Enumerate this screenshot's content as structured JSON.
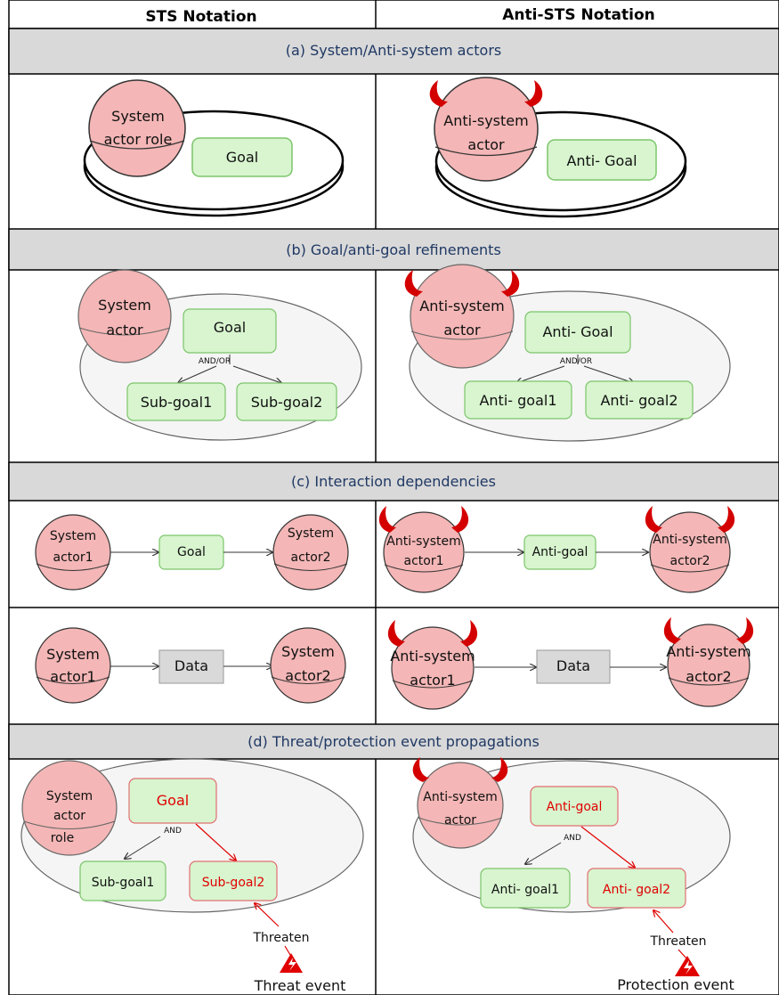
{
  "headers": {
    "sts": "STS Notation",
    "anti": "Anti-STS Notation"
  },
  "sections": {
    "a": "(a) System/Anti-system actors",
    "b": "(b) Goal/anti-goal refinements",
    "c": "(c) Interaction dependencies",
    "d": "(d) Threat/protection event propagations"
  },
  "row_a": {
    "left": {
      "actor": [
        "System",
        "actor role"
      ],
      "goal": "Goal"
    },
    "right": {
      "actor": [
        "Anti-system",
        "actor"
      ],
      "goal": "Anti- Goal"
    }
  },
  "row_b": {
    "left": {
      "actor": [
        "System",
        "actor"
      ],
      "goal": "Goal",
      "connector": "AND/OR",
      "sub1": "Sub-goal1",
      "sub2": "Sub-goal2"
    },
    "right": {
      "actor": [
        "Anti-system",
        "actor"
      ],
      "goal": "Anti- Goal",
      "connector": "AND/OR",
      "sub1": "Anti- goal1",
      "sub2": "Anti- goal2"
    }
  },
  "row_c1": {
    "left": {
      "actor1": [
        "System",
        "actor1"
      ],
      "dependum": "Goal",
      "actor2": [
        "System",
        "actor2"
      ]
    },
    "right": {
      "actor1": [
        "Anti-system",
        "actor1"
      ],
      "dependum": "Anti-goal",
      "actor2": [
        "Anti-system",
        "actor2"
      ]
    }
  },
  "row_c2": {
    "left": {
      "actor1": [
        "System",
        "actor1"
      ],
      "dependum": "Data",
      "actor2": [
        "System",
        "actor2"
      ]
    },
    "right": {
      "actor1": [
        "Anti-system",
        "actor1"
      ],
      "dependum": "Data",
      "actor2": [
        "Anti-system",
        "actor2"
      ]
    }
  },
  "row_d": {
    "left": {
      "actor": [
        "System",
        "actor",
        "role"
      ],
      "goal": "Goal",
      "connector": "AND",
      "sub1": "Sub-goal1",
      "sub2": "Sub-goal2",
      "relation": "Threaten",
      "event": "Threat event"
    },
    "right": {
      "actor": [
        "Anti-system",
        "actor"
      ],
      "goal": "Anti-goal",
      "connector": "AND",
      "sub1": "Anti- goal1",
      "sub2": "Anti- goal2",
      "relation": "Threaten",
      "event": "Protection event"
    }
  },
  "colors": {
    "actor_fill": "#f4b6b6",
    "goal_fill": "#d8f5cf",
    "goal_stroke": "#7cc56a",
    "data_fill": "#d9d9d9",
    "section_fill": "#d9d9d9",
    "horn": "#d40000",
    "threat": "#e00000",
    "section_text": "#1f3864"
  }
}
